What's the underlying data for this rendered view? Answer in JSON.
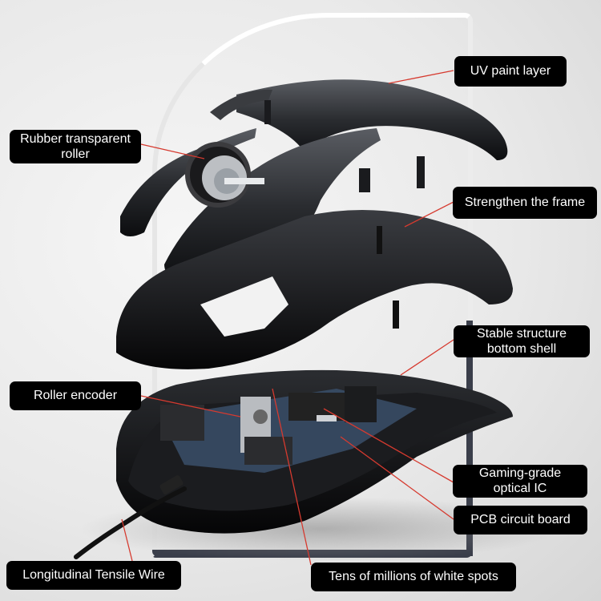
{
  "diagram": {
    "subject": "Exploded view of wired gaming mouse",
    "accent_line_color": "#d63a2f",
    "label_bg": "#000000",
    "label_text_color": "#ffffff",
    "labels": [
      {
        "id": "uv-paint-layer",
        "text": "UV paint layer"
      },
      {
        "id": "rubber-transparent-roller",
        "line1": "Rubber transparent",
        "line2": "roller"
      },
      {
        "id": "strengthen-the-frame",
        "text": "Strengthen the frame"
      },
      {
        "id": "stable-structure-bottom-shell",
        "line1": "Stable structure",
        "line2": "bottom shell"
      },
      {
        "id": "roller-encoder",
        "text": "Roller encoder"
      },
      {
        "id": "gaming-grade-optical-ic",
        "line1": "Gaming-grade",
        "line2": "optical IC"
      },
      {
        "id": "pcb-circuit-board",
        "text": "PCB circuit board"
      },
      {
        "id": "longitudinal-tensile-wire",
        "text": "Longitudinal Tensile Wire"
      },
      {
        "id": "tens-of-millions-of-white-spots",
        "text": "Tens of millions of white spots"
      }
    ]
  }
}
